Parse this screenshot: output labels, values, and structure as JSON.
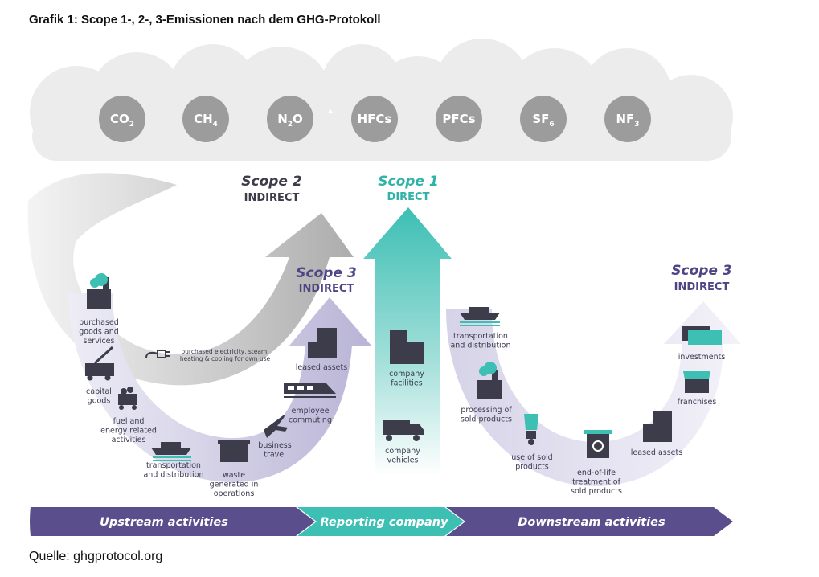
{
  "title": "Grafik 1: Scope 1-, 2-, 3-Emissionen nach dem GHG-Protokoll",
  "source": "Quelle: ghgprotocol.org",
  "colors": {
    "cloud": "#ececec",
    "gas_circle": "#9c9c9c",
    "scope1_teal": "#3dbfb4",
    "scope3_purple": "#5b4e8c",
    "scope3_light": "#c9c5e0",
    "scope2_gray": "#b5b5b5",
    "icon_dark": "#3c3c4a"
  },
  "gases": [
    {
      "base": "CO",
      "sub": "2"
    },
    {
      "base": "CH",
      "sub": "4"
    },
    {
      "base": "N",
      "sub": "2",
      "suffix": "O"
    },
    {
      "base": "HFCs",
      "sub": ""
    },
    {
      "base": "PFCs",
      "sub": ""
    },
    {
      "base": "SF",
      "sub": "6"
    },
    {
      "base": "NF",
      "sub": "3"
    }
  ],
  "scopes": {
    "scope2": {
      "name": "Scope 2",
      "type": "INDIRECT"
    },
    "scope1": {
      "name": "Scope 1",
      "type": "DIRECT"
    },
    "scope3_up": {
      "name": "Scope 3",
      "type": "INDIRECT"
    },
    "scope3_down": {
      "name": "Scope 3",
      "type": "INDIRECT"
    }
  },
  "labels": {
    "purchased_goods": [
      "purchased",
      "goods and",
      "services"
    ],
    "capital_goods": [
      "capital",
      "goods"
    ],
    "fuel_energy": [
      "fuel and",
      "energy related",
      "activities"
    ],
    "transport_up": [
      "transportation",
      "and distribution"
    ],
    "waste": [
      "waste",
      "generated in",
      "operations"
    ],
    "business_travel": [
      "business",
      "travel"
    ],
    "employee_commuting": [
      "employee",
      "commuting"
    ],
    "leased_assets_up": [
      "leased assets"
    ],
    "purchased_electricity": [
      "purchased electricity, steam,",
      "heating & cooling for own use"
    ],
    "company_facilities": [
      "company",
      "facilities"
    ],
    "company_vehicles": [
      "company",
      "vehicles"
    ],
    "transport_down": [
      "transportation",
      "and distribution"
    ],
    "processing": [
      "processing of",
      "sold products"
    ],
    "use_sold": [
      "use of sold",
      "products"
    ],
    "end_of_life": [
      "end-of-life",
      "treatment of",
      "sold products"
    ],
    "leased_assets_down": [
      "leased assets"
    ],
    "franchises": [
      "franchises"
    ],
    "investments": [
      "investments"
    ]
  },
  "bands": {
    "upstream": "Upstream activities",
    "reporting": "Reporting company",
    "downstream": "Downstream activities"
  }
}
